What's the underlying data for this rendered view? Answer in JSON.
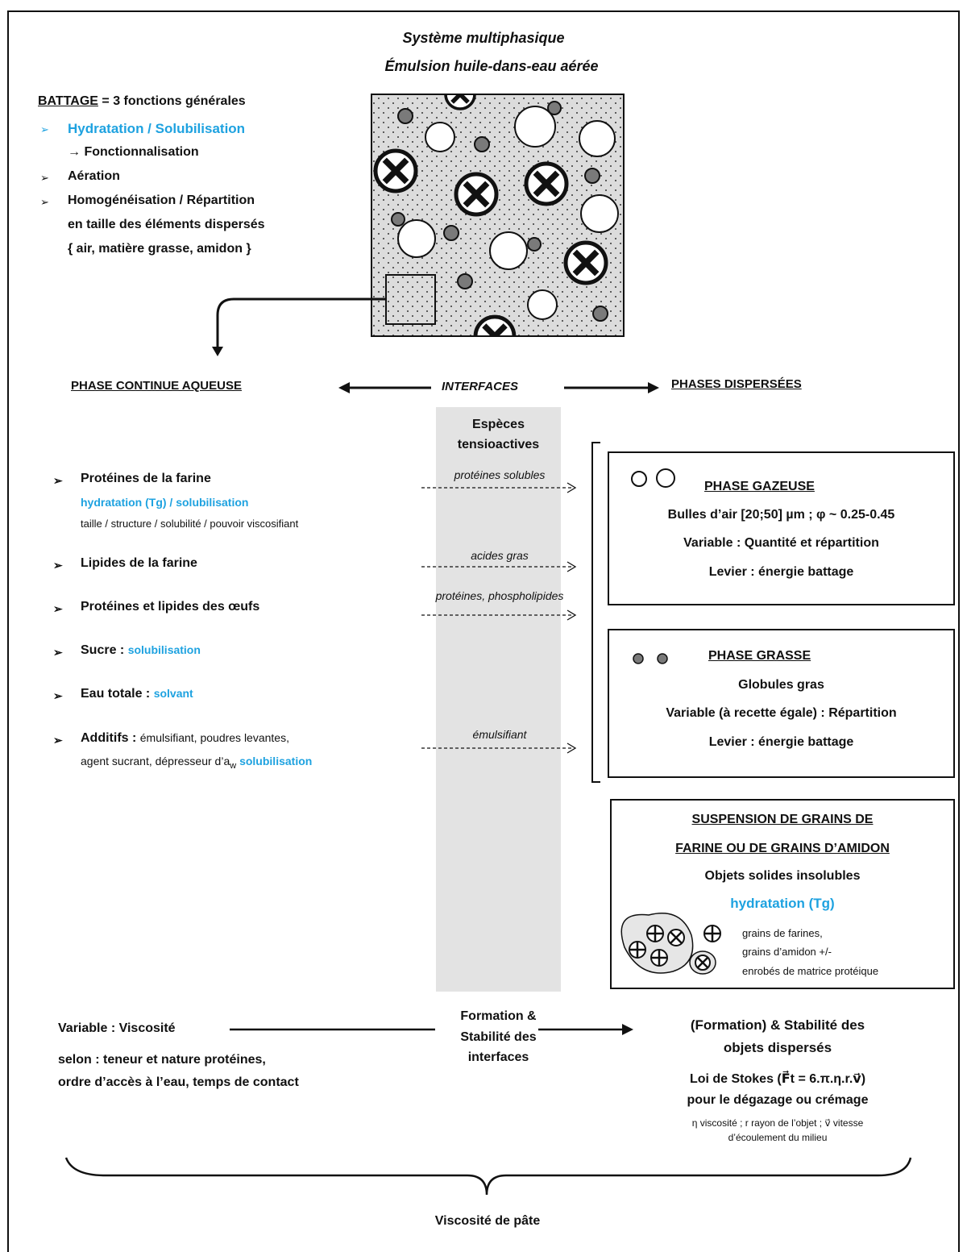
{
  "title": {
    "line1": "Système multiphasique",
    "line2": "Émulsion huile-dans-eau aérée"
  },
  "battage": {
    "word": "BATTAGE",
    "rest": " = 3 fonctions générales",
    "items": [
      {
        "text": "Hydratation / Solubilisation",
        "sub": "→ Fonctionnalisation"
      },
      {
        "text": "Aération"
      },
      {
        "text": "Homogénéisation / Répartition",
        "sub1": "en taille des éléments dispersés",
        "sub2": "{ air, matière grasse, amidon }"
      }
    ]
  },
  "headers": {
    "continue": "PHASE CONTINUE AQUEUSE",
    "interfaces": "INTERFACES",
    "dispersees": "PHASES DISPERSÉES"
  },
  "especes": {
    "line1": "Espèces",
    "line2": "tensioactives"
  },
  "continue_items": [
    {
      "title": "Protéines de la farine",
      "blue": "hydratation (Tg) / solubilisation",
      "detail": "taille / structure / solubilité / pouvoir viscosifiant"
    },
    {
      "title": "Lipides de la farine"
    },
    {
      "title": "Protéines et lipides des œufs"
    },
    {
      "title": "Sucre : ",
      "blue_inline": "solubilisation"
    },
    {
      "title": "Eau totale : ",
      "blue_inline": "solvant"
    },
    {
      "title": "Additifs : ",
      "detail_inline": "émulsifiant, poudres levantes,",
      "detail2": "agent sucrant, dépresseur d’a",
      "sub": "w",
      "blue2": "solubilisation"
    }
  ],
  "tensio_labels": [
    "protéines solubles",
    "acides gras",
    "protéines, phospholipides",
    "émulsifiant"
  ],
  "phase_gazeuse": {
    "title": "PHASE GAZEUSE",
    "l1": "Bulles d’air [20;50] µm ; φ ~ 0.25-0.45",
    "l2": "Variable : Quantité et répartition",
    "l3": "Levier : énergie battage"
  },
  "phase_grasse": {
    "title": "PHASE GRASSE",
    "l1": "Globules gras",
    "l2": "Variable (à recette égale) : Répartition",
    "l3": "Levier : énergie battage"
  },
  "suspension": {
    "t1": "SUSPENSION DE GRAINS DE",
    "t2": "FARINE OU DE GRAINS D’AMIDON",
    "l1": "Objets solides insolubles",
    "l2": "hydratation (Tg)",
    "g1": "grains de farines,",
    "g2": "grains d’amidon +/-",
    "g3": "enrobés de matrice protéique"
  },
  "bottom": {
    "variable": "Variable : Viscosité",
    "selon1": "selon : teneur et nature protéines,",
    "selon2": "ordre d’accès à l’eau, temps de contact",
    "formation1": "Formation &",
    "formation2": "Stabilité des",
    "formation3": "interfaces",
    "stab1": "(Formation) & Stabilité des",
    "stab2": "objets dispersés",
    "stokes": "Loi de Stokes (F⃗t = 6.π.η.r.v⃗)",
    "stokes2": "pour le dégazage ou crémage",
    "note1": "η viscosité ; r rayon de l’objet ; v⃗ vitesse",
    "note2": "d’écoulement du milieu",
    "viscosite": "Viscosité de pâte"
  },
  "colors": {
    "blue": "#1ea2e0",
    "grey_band": "#e3e3e3",
    "grey_circle": "#7a7a7a",
    "dotted_fill": "#dcdcdc"
  }
}
